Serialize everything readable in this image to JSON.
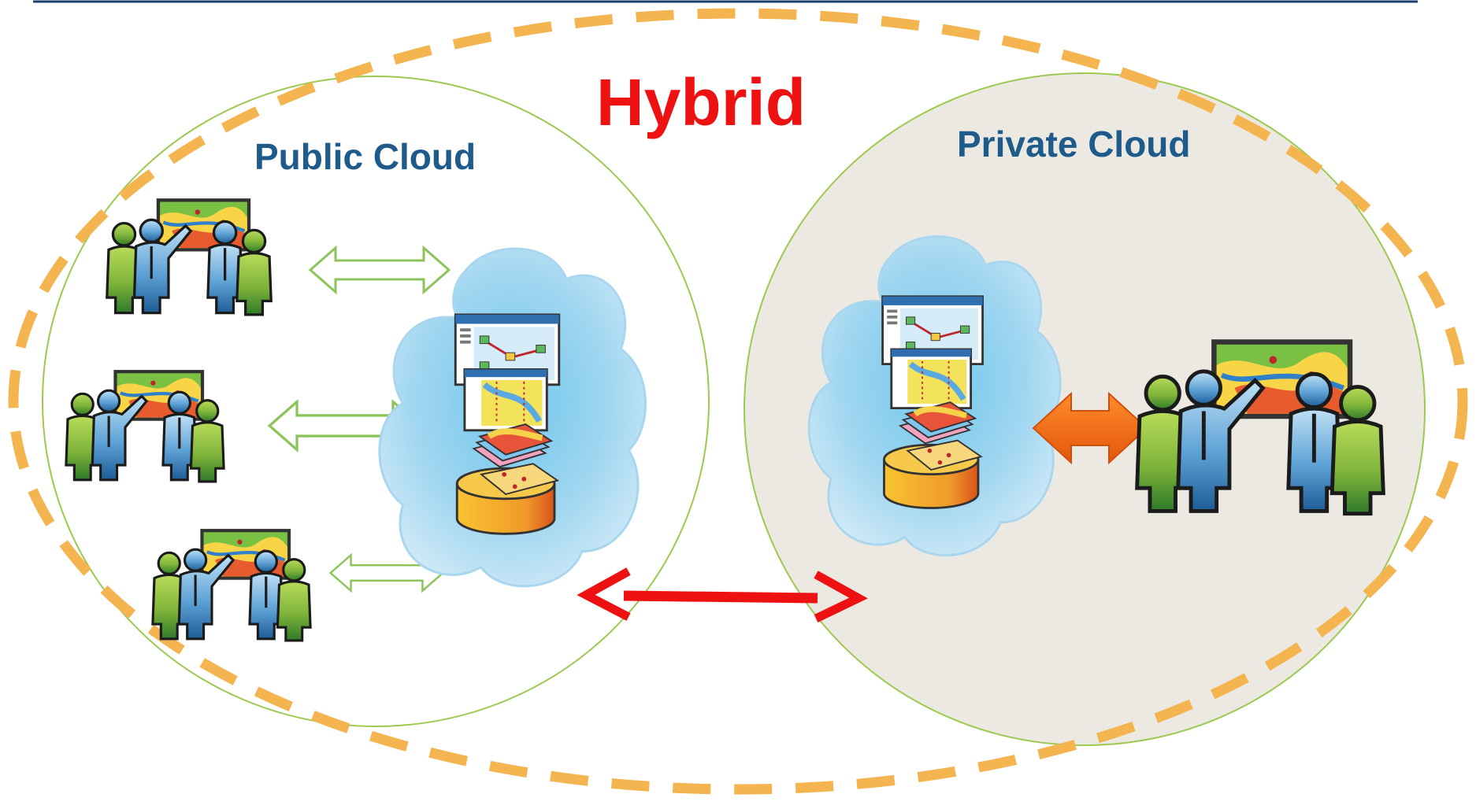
{
  "diagram": {
    "title": "Hybrid",
    "public_cloud": {
      "label": "Public Cloud"
    },
    "private_cloud": {
      "label": "Private Cloud"
    }
  },
  "icons": {
    "user_group": "team-at-map-board-icon",
    "cloud": "cloud-icon",
    "app_window_workflow": "workflow-window-icon",
    "app_window_map": "map-window-icon",
    "data_layers": "layered-map-data-icon",
    "database": "database-cylinder-icon",
    "hollow_arrow": "double-arrow-outline-icon",
    "solid_arrow": "double-arrow-solid-icon",
    "line_arrow": "double-arrow-line-icon"
  },
  "colors": {
    "hybrid_title": "#ee1111",
    "cloud_titles": "#1e5a8a",
    "hybrid_dashes": "#f4b450",
    "circle_stroke": "#9cc94f",
    "private_fill": "#ebe9e1",
    "top_rule": "#1d3f6e",
    "hollow_arrow": "#8cc35a",
    "solid_arrow": "#f0681a",
    "link_arrow": "#ee1111"
  }
}
